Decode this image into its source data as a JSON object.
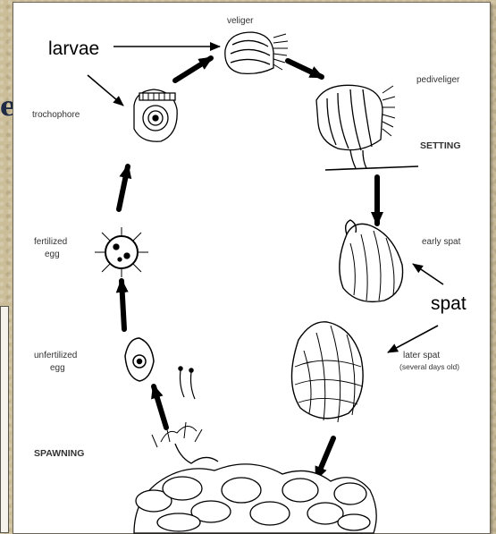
{
  "callouts": {
    "larvae": "larvae",
    "spat": "spat"
  },
  "stages": {
    "veliger": "veliger",
    "pediveliger": "pediveliger",
    "setting": "SETTING",
    "trochophore": "trochophore",
    "fertilized_egg_1": "fertilized",
    "fertilized_egg_2": "egg",
    "early_spat": "early spat",
    "unfertilized_egg_1": "unfertilized",
    "unfertilized_egg_2": "egg",
    "later_spat_1": "later spat",
    "later_spat_2": "(several days old)",
    "spawning": "SPAWNING"
  },
  "edge_text": "e",
  "colors": {
    "background": "#cdbf9c",
    "panel": "#ffffff",
    "ink": "#000000",
    "label": "#333333"
  }
}
